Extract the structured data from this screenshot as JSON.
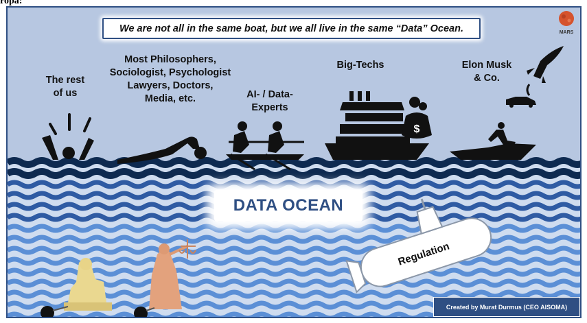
{
  "header_fragment": "ropa:",
  "quote": "We are not all in the same boat, but we all live in the same “Data” Ocean.",
  "logo": {
    "icon": "mars-planet-icon",
    "text": "MARS"
  },
  "groups": [
    {
      "label": "The rest\nof us",
      "icon": "drowning-person-icon"
    },
    {
      "label": "Most Philosophers,\nSociologist, Psychologist\nLawyers, Doctors,\nMedia, etc.",
      "icon": "swimmer-icon"
    },
    {
      "label": "AI- / Data-\nExperts",
      "icon": "rowers-icon"
    },
    {
      "label": "Big-Techs",
      "icon": "cruise-ship-icon"
    },
    {
      "label": "Elon Musk\n& Co.",
      "icon": "speedboat-rocket-icon"
    }
  ],
  "ocean_title": "DATA OCEAN",
  "submarine_label": "Regulation",
  "credit": "Created by Murat Durmus (CEO AISOMA)",
  "colors": {
    "panel_bg": "#b7c7e1",
    "border": "#2f4f83",
    "wave_dark": "#0e2a50",
    "wave_mid": "#2f5ba3",
    "wave_light": "#5b8fd6",
    "title": "#2f4f83"
  }
}
